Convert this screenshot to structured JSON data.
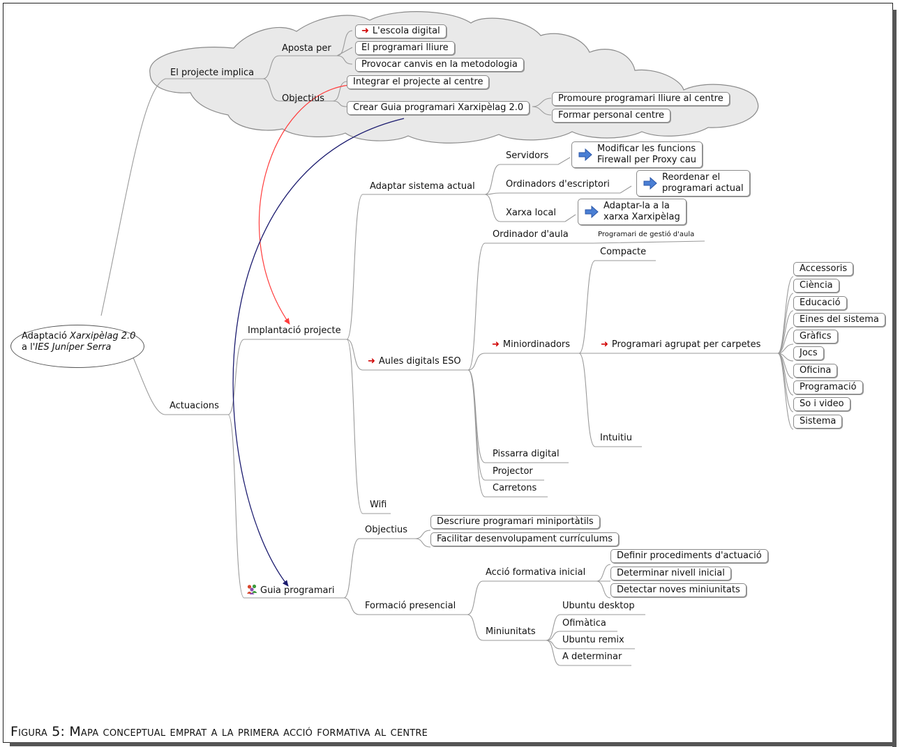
{
  "root": {
    "pre": "Adaptació ",
    "em": "Xarxipèlag 2.0",
    "line2_pre": "a l'",
    "line2_em": "IES Juníper Serra"
  },
  "n": {
    "projecte": "El projecte implica",
    "aposta": "Aposta per",
    "escola": "L'escola digital",
    "lliure": "El programari lliure",
    "canvis": "Provocar canvis en la metodologia",
    "objectius1": "Objectius",
    "integrar": "Integrar el projecte al centre",
    "guiax": "Crear Guia programari Xarxipèlag 2.0",
    "promoure": "Promoure programari lliure al centre",
    "formar": "Formar personal centre",
    "adaptar": "Adaptar sistema actual",
    "servidors": "Servidors",
    "modificar1": "Modificar les funcions",
    "modificar2": "Firewall per Proxy cau",
    "ordesc": "Ordinadors d'escriptori",
    "reord1": "Reordenar el",
    "reord2": "programari actual",
    "xarxa": "Xarxa local",
    "adapx1": "Adaptar-la a la",
    "adapx2": "xarxa Xarxipèlag",
    "ordaula": "Ordinador d'aula",
    "gestio": "Programari de gestió d'aula",
    "compacte": "Compacte",
    "implantacio": "Implantació projecte",
    "aules": "Aules digitals ESO",
    "mini": "Miniordinadors",
    "carpetes": "Programari agrupat per carpetes",
    "intuitiu": "Intuitiu",
    "pissarra": "Pissarra digital",
    "projector": "Projector",
    "carretons": "Carretons",
    "wifi": "Wifi",
    "actuacions": "Actuacions",
    "guia": "Guia programari",
    "objectius2": "Objectius",
    "descriure": "Descriure programari miniportàtils",
    "facilitar": "Facilitar desenvolupament currículums",
    "formacio": "Formació presencial",
    "accio": "Acció formativa inicial",
    "definir": "Definir procediments d'actuació",
    "determinar": "Determinar nivell inicial",
    "detectar": "Detectar noves miniunitats",
    "miniunitats": "Miniunitats",
    "ubuntu": "Ubuntu desktop",
    "ofimatica": "Ofimàtica",
    "remix": "Ubuntu remix",
    "adeterminar": "A determinar"
  },
  "categories": [
    "Accessoris",
    "Ciència",
    "Educació",
    "Eines del sistema",
    "Gràfics",
    "Jocs",
    "Oficina",
    "Programació",
    "So i video",
    "Sistema"
  ],
  "caption": "Figura 5: Mapa conceptual emprat a la primera acció formativa al centre",
  "colors": {
    "link_red": "#ff3c3c",
    "link_blue": "#1a1a6e",
    "arrow_icon": "#d00000",
    "cloud_fill": "#e9e9e9"
  },
  "icons": {
    "arrow": "right-arrow-icon",
    "blue_arrow": "blue-arrow-icon",
    "group": "people-group-icon"
  }
}
